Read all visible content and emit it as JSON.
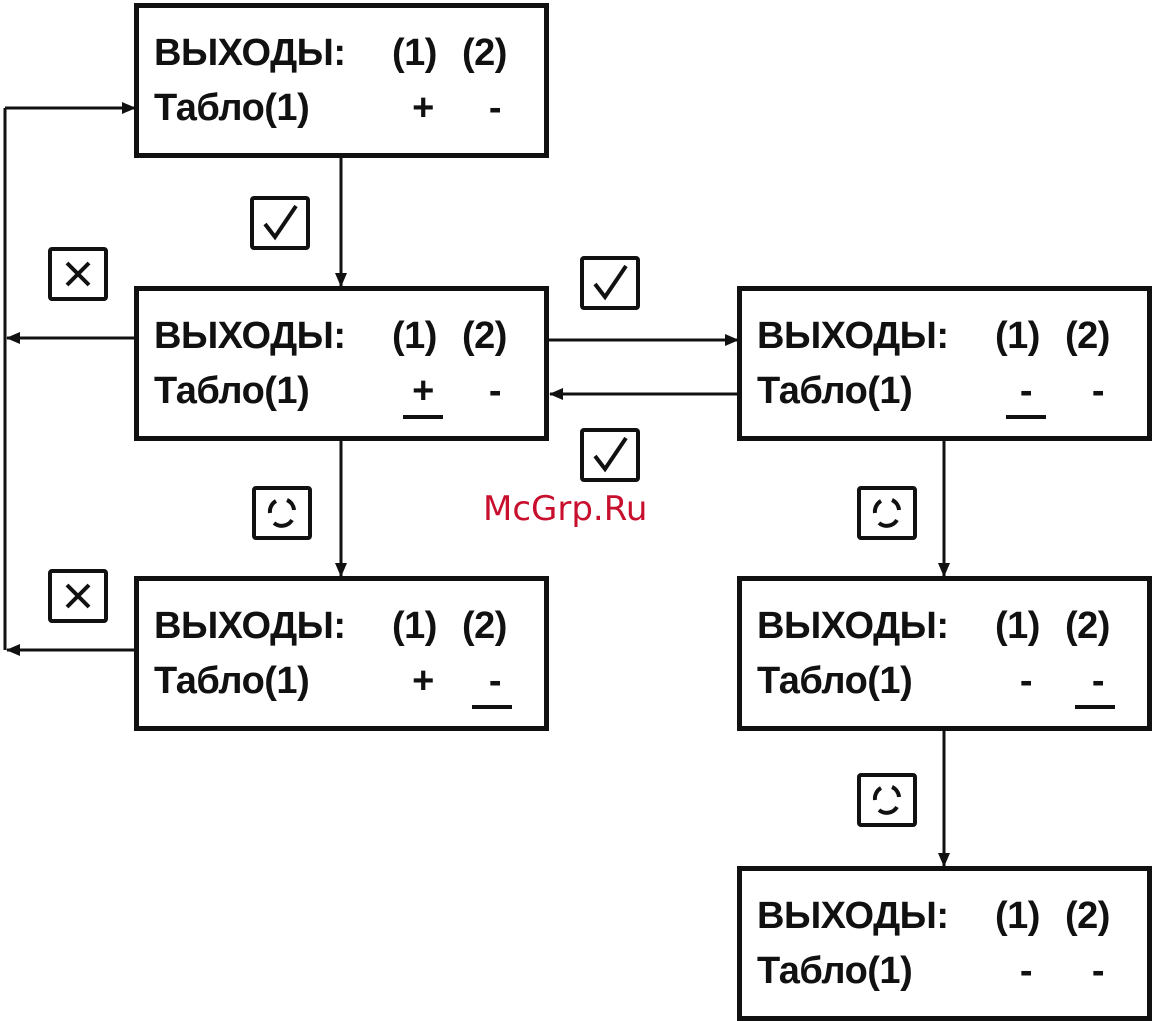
{
  "watermark": "McGrp.Ru",
  "screens": [
    {
      "title": "ВЫХОДЫ:",
      "col1": "(1)",
      "col2": "(2)",
      "row_label": "Табло(1)",
      "value1": "+",
      "value2": "-",
      "cursor": "none"
    },
    {
      "title": "ВЫХОДЫ:",
      "col1": "(1)",
      "col2": "(2)",
      "row_label": "Табло(1)",
      "value1": "+",
      "value2": "-",
      "cursor": "value1"
    },
    {
      "title": "ВЫХОДЫ:",
      "col1": "(1)",
      "col2": "(2)",
      "row_label": "Табло(1)",
      "value1": "+",
      "value2": "-",
      "cursor": "value2"
    },
    {
      "title": "ВЫХОДЫ:",
      "col1": "(1)",
      "col2": "(2)",
      "row_label": "Табло(1)",
      "value1": "-",
      "value2": "-",
      "cursor": "value1"
    },
    {
      "title": "ВЫХОДЫ:",
      "col1": "(1)",
      "col2": "(2)",
      "row_label": "Табло(1)",
      "value1": "-",
      "value2": "-",
      "cursor": "value2"
    },
    {
      "title": "ВЫХОДЫ:",
      "col1": "(1)",
      "col2": "(2)",
      "row_label": "Табло(1)",
      "value1": "-",
      "value2": "-",
      "cursor": "none"
    }
  ],
  "buttons": {
    "confirm": "check-key-icon",
    "cancel": "cancel-key-icon",
    "cycle": "cycle-key-icon"
  },
  "colors": {
    "line": "#111111",
    "watermark": "#c8102e"
  }
}
